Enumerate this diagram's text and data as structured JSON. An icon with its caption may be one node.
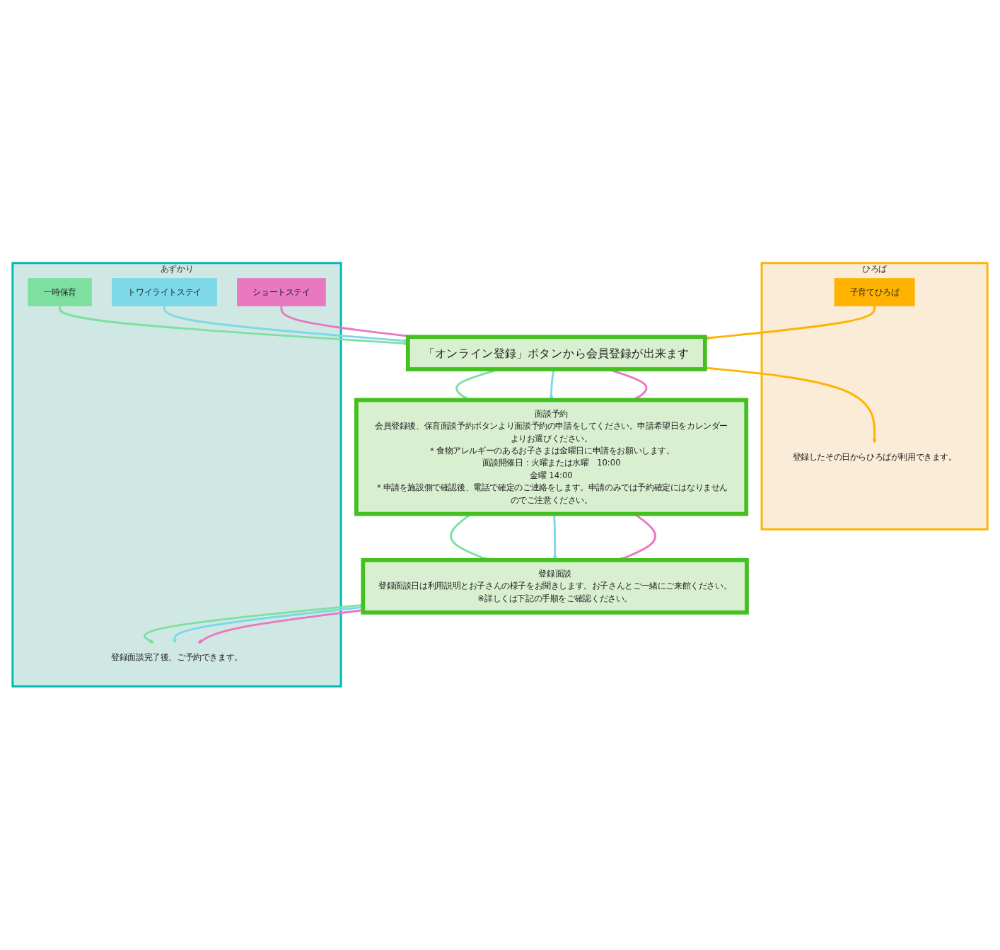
{
  "diagram": {
    "nodes": [
      {
        "text": [
          "ひろば"
        ]
      },
      {
        "text": [
          "子育てひろば"
        ],
        "in": 0
      },
      {
        "text": [
          "あずかり"
        ]
      },
      {
        "text": [
          "一時保育"
        ],
        "in": 2
      },
      {
        "text": [
          "トワイライトステイ"
        ],
        "in": 2
      },
      {
        "text": [
          "ショートステイ"
        ],
        "in": 2
      },
      {
        "text": [
          "「オンライン登録」ボタンから会員登録が出来ます"
        ]
      },
      {
        "text": [
          "登録したその日からひろばが利用できます。"
        ],
        "in": 0
      },
      {
        "text": [
          "面談予約",
          "会員登録後、保育面談予約ボタンより面談予約の申請をしてください。申請希望日をカレンダーよりお選びください。",
          "＊食物アレルギーのあるお子さまは金曜日に申請をお願いします。",
          "面談開催日：火曜または水曜　10:00",
          "金曜 14:00",
          "＊申請を施設側で確認後、電話で確定のご連絡をします。申請のみでは予約確定にはなりませんのでご注意ください。"
        ]
      },
      {
        "text": [
          "登録面談",
          "登録面談日は利用説明とお子さんの様子をお聞きします。お子さんとご一緒にご来館ください。",
          "※詳しくは下記の手順をご確認ください。"
        ]
      },
      {
        "text": [
          "登録面談完了後、ご予約できます。"
        ],
        "in": 2
      }
    ],
    "edges": [
      {
        "from": 1,
        "to": 6,
        "arrow": "to",
        "color": "#ffb300"
      },
      {
        "from": 3,
        "to": 6,
        "arrow": "to",
        "color": "#7ee0a0"
      },
      {
        "from": 4,
        "to": 6,
        "arrow": "to",
        "color": "#7dd8e8"
      },
      {
        "from": 5,
        "to": 6,
        "arrow": "to",
        "color": "#e878c0"
      },
      {
        "from": 6,
        "to": 7,
        "arrow": "to",
        "color": "#ffb300"
      },
      {
        "from": 6,
        "to": 8,
        "arrow": "to",
        "color": "#7ee0a0"
      },
      {
        "from": 6,
        "to": 8,
        "arrow": "to",
        "color": "#7dd8e8"
      },
      {
        "from": 6,
        "to": 8,
        "arrow": "to",
        "color": "#e878c0"
      },
      {
        "from": 8,
        "to": 9,
        "arrow": "to",
        "color": "#7ee0a0"
      },
      {
        "from": 8,
        "to": 9,
        "arrow": "to",
        "color": "#7dd8e8"
      },
      {
        "from": 8,
        "to": 9,
        "arrow": "to",
        "color": "#e878c0"
      },
      {
        "from": 9,
        "to": 10,
        "arrow": "to",
        "color": "#7ee0a0"
      },
      {
        "from": 9,
        "to": 10,
        "arrow": "to",
        "color": "#7dd8e8"
      },
      {
        "from": 9,
        "to": 10,
        "arrow": "to",
        "color": "#e878c0"
      }
    ]
  }
}
